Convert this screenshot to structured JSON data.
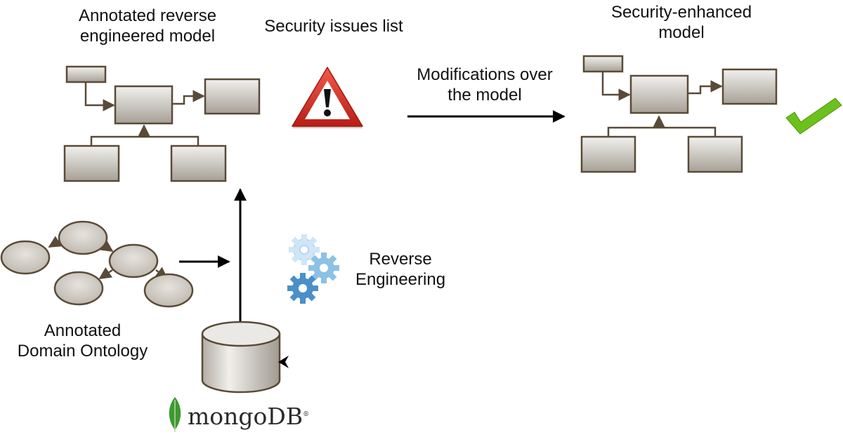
{
  "colors": {
    "box_fill_light": "#f2f1ef",
    "box_fill_dark": "#a7a096",
    "box_stroke": "#5a4a38",
    "connector": "#5a4a38",
    "arrow": "#000000",
    "ellipse_fill": "#cdc8bf",
    "warning_red": "#d92b22",
    "checkmark_green": "#6cc11d",
    "gear_blue": "#4a90c8",
    "gear_light_blue": "#8cc1e6",
    "gear_pale_blue": "#cfe6f7",
    "leaf_green": "#3c9a2f"
  },
  "labels": {
    "annotated_model": [
      "Annotated reverse",
      "engineered model"
    ],
    "security_issues": "Security issues list",
    "security_enhanced": [
      "Security-enhanced",
      "model"
    ],
    "modifications": [
      "Modifications over",
      "the model"
    ],
    "reverse_engineering": [
      "Reverse",
      "Engineering"
    ],
    "domain_ontology": [
      "Annotated",
      "Domain Ontology"
    ],
    "mongodb_logo": "mongoDB"
  },
  "icons": {
    "warning": "warning-triangle-icon",
    "checkmark": "checkmark-icon",
    "gears": "gears-icon",
    "database": "database-cylinder-icon",
    "leaf": "mongodb-leaf-icon"
  }
}
